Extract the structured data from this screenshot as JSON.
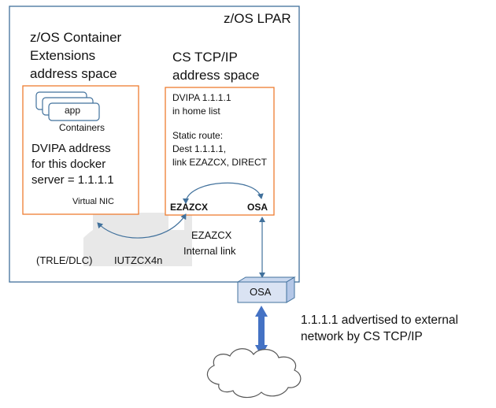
{
  "lpar": {
    "title": "z/OS LPAR"
  },
  "zcx": {
    "title_lines": [
      "z/OS Container",
      "Extensions",
      "address space"
    ],
    "app_label": "app",
    "containers_label": "Containers",
    "dvipa_lines": [
      "DVIPA address",
      "for this docker",
      "server = 1.1.1.1"
    ],
    "virtual_nic": "Virtual NIC"
  },
  "tcpip": {
    "title_lines": [
      "CS TCP/IP",
      "address space"
    ],
    "dvipa_lines": [
      "DVIPA 1.1.1.1",
      "in home list"
    ],
    "route_lines": [
      "Static route:",
      "Dest 1.1.1.1,",
      "link EZAZCX, DIRECT"
    ],
    "ezazcx": "EZAZCX",
    "osa": "OSA"
  },
  "link": {
    "name": "EZAZCX",
    "desc": "Internal link",
    "trle": "(TRLE/DLC)",
    "iut": "IUTZCX4n"
  },
  "osa_device": "OSA",
  "external_note_lines": [
    "1.1.1.1 advertised to external",
    "network by CS TCP/IP"
  ],
  "colors": {
    "lpar_border": "#41719c",
    "box_border": "#ed7d31",
    "arrow": "#41719c",
    "thick_arrow": "#4472c4",
    "osa_fill": "#dae3f3",
    "internal_link_fill": "#e8e8e8"
  }
}
